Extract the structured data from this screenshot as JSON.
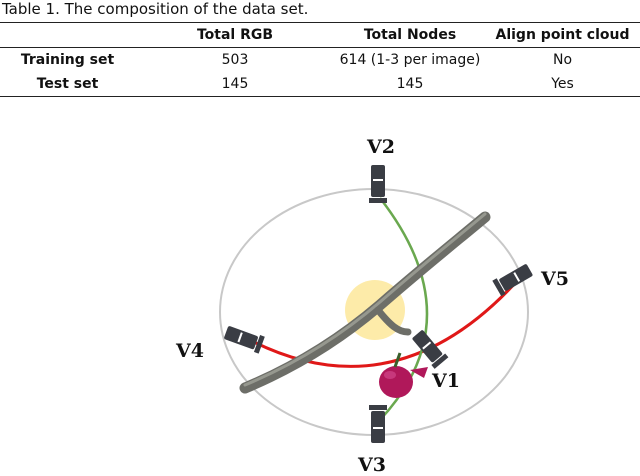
{
  "caption": "Table 1. The composition of the data set.",
  "table": {
    "headers": [
      "",
      "Total RGB",
      "Total Nodes",
      "Align point cloud"
    ],
    "rows": [
      {
        "label": "Training set",
        "rgb": "503",
        "nodes": "614 (1-3 per image)",
        "align": "No"
      },
      {
        "label": "Test set",
        "rgb": "145",
        "nodes": "145",
        "align": "Yes"
      }
    ]
  },
  "figure": {
    "views": [
      "V1",
      "V2",
      "V3",
      "V4",
      "V5"
    ],
    "colors": {
      "ring": "#c8c8c8",
      "red_arc": "#e01818",
      "green_arc": "#6aa84f",
      "node_highlight": "#fde9a0",
      "camera": "#3a3d44",
      "fruit": "#b0185a",
      "branch": "#6d6e68"
    }
  }
}
